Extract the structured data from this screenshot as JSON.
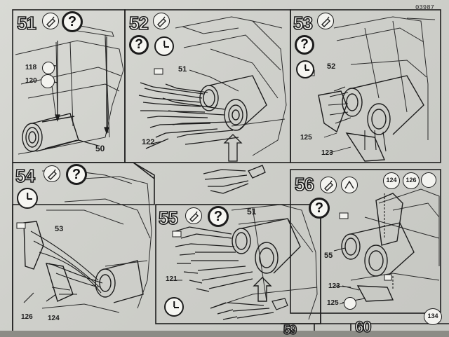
{
  "document": {
    "code": "03987"
  },
  "steps": [
    {
      "id": "51",
      "number": "51",
      "callouts": [
        "118",
        "120",
        "50"
      ]
    },
    {
      "id": "52",
      "number": "52",
      "callouts": [
        "51",
        "122"
      ]
    },
    {
      "id": "53",
      "number": "53",
      "callouts": [
        "52",
        "125",
        "123"
      ]
    },
    {
      "id": "54",
      "number": "54",
      "callouts": [
        "53",
        "126",
        "124"
      ]
    },
    {
      "id": "55",
      "number": "55",
      "callouts": [
        "51",
        "121"
      ]
    },
    {
      "id": "56",
      "number": "56",
      "callouts": [
        "124",
        "126",
        "55",
        "123",
        "125"
      ]
    },
    {
      "id": "59",
      "number": "59",
      "callouts": []
    },
    {
      "id": "60",
      "number": "60",
      "callouts": [
        "134"
      ]
    }
  ],
  "icons": {
    "glue": "glue-tube-icon",
    "question": "question-mark-icon",
    "clock": "drying-time-clock-icon",
    "paint": "paint-brush-icon"
  },
  "colors": {
    "paper": "#d6d7d2",
    "ink": "#1c1c1c"
  }
}
